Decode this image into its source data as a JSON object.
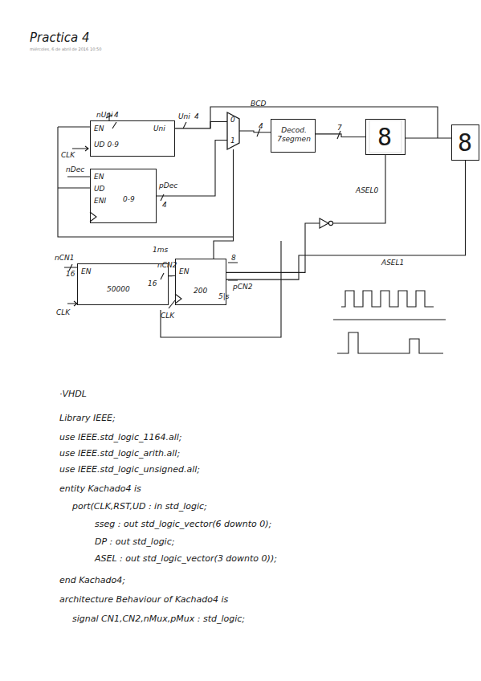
{
  "diagram": {
    "title": "Practica 4",
    "nodes": [
      {
        "text": [
          "EN",
          "Uni",
          "UD 0-9"
        ]
      },
      {
        "text": [
          "EN",
          "UD",
          "ENI",
          "0-9"
        ]
      },
      {
        "text": [
          "0",
          "1"
        ]
      },
      {
        "text": [
          "Decod. 7segmen"
        ]
      },
      {
        "text": [
          "8"
        ]
      },
      {
        "text": [
          "8"
        ]
      },
      {
        "text": [
          "EN",
          "50000"
        ]
      },
      {
        "text": [
          "EN",
          "200"
        ]
      }
    ],
    "edges": [
      {
        "from": 0,
        "to": 2,
        "arrow": "none"
      },
      {
        "from": 1,
        "to": 2,
        "arrow": "none"
      },
      {
        "from": 2,
        "to": 3,
        "arrow": "none"
      },
      {
        "from": 3,
        "to": 4,
        "arrow": "none"
      },
      {
        "from": 7,
        "to": 4,
        "arrow": "none"
      },
      {
        "from": 7,
        "to": 5,
        "arrow": "none"
      },
      {
        "from": 6,
        "to": 7,
        "arrow": "none"
      },
      {
        "from": 7,
        "to": 2,
        "arrow": "none"
      }
    ],
    "labels": [
      "miércoles, 6 de abril de 2016",
      "10:50",
      "nUni",
      "4",
      "Uni",
      "4",
      "CLK",
      "nDec",
      "pDec",
      "4",
      "BCD",
      "4",
      "7",
      "ASEL0",
      "ASEL1",
      "nCN1",
      "16",
      "1ms",
      "nCN2",
      "16",
      "8",
      "pCN2",
      "5|s",
      "CLK",
      "CLK",
      "·VHDL",
      "Library IEEE;",
      "use IEEE.std_logic_1164.all;",
      "use IEEE.std_logic_arith.all;",
      "use IEEE.std_logic_unsigned.all;",
      "entity Kachado4 is",
      "port(CLK,RST,UD : in std_logic;",
      "sseg : out std_logic_vector(6 downto 0);",
      "DP : out std_logic;",
      "ASEL : out std_logic_vector(3 downto 0));",
      "end Kachado4;",
      "architecture Behaviour of Kachado4 is",
      "signal CN1,CN2,nMux,pMux : std_logic;"
    ]
  }
}
